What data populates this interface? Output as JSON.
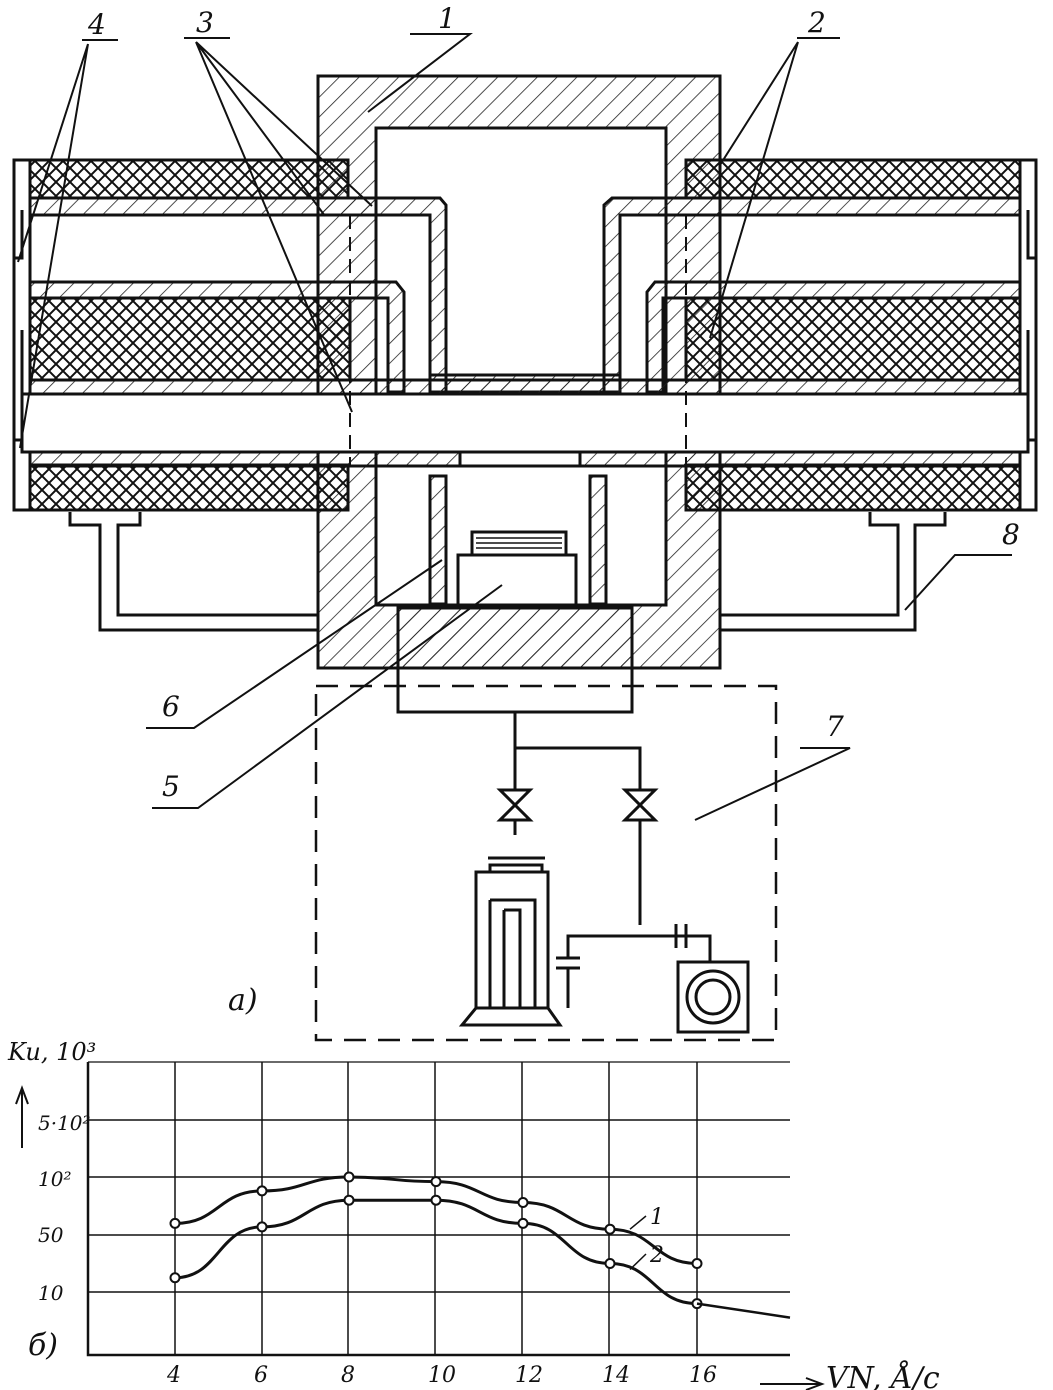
{
  "labels": {
    "l1": "1",
    "l2": "2",
    "l3": "3",
    "l4": "4",
    "l5": "5",
    "l6": "6",
    "l7": "7",
    "l8": "8",
    "part_a": "а)",
    "part_b": "б)"
  },
  "chart_data": {
    "type": "line",
    "ylabel": "Ku, 10³",
    "xlabel": "VN, Å/c",
    "x_ticks": [
      "4",
      "6",
      "8",
      "10",
      "12",
      "14",
      "16"
    ],
    "y_ticks": [
      "10",
      "50",
      "10²",
      "5·10²"
    ],
    "grid": true,
    "series": [
      {
        "name": "1",
        "x": [
          4,
          6,
          8,
          10,
          12,
          14,
          16
        ],
        "y": [
          60,
          88,
          100,
          96,
          78,
          55,
          30
        ]
      },
      {
        "name": "2",
        "x": [
          4,
          6,
          8,
          10,
          12,
          14,
          16
        ],
        "y": [
          20,
          57,
          80,
          80,
          60,
          30,
          8
        ]
      }
    ]
  },
  "colors": {
    "ink": "#111111",
    "background": "#ffffff"
  }
}
